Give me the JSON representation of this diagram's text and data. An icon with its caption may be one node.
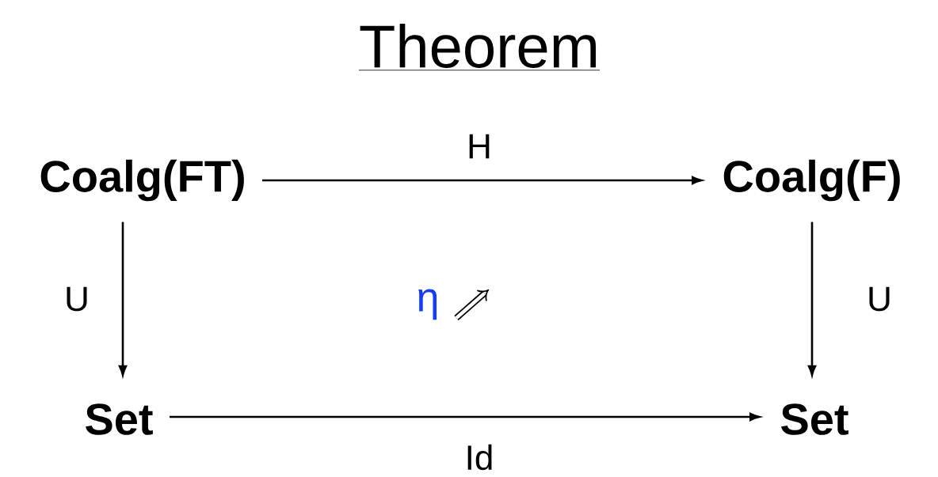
{
  "diagram": {
    "title": "Theorem",
    "nodes": [
      {
        "text": [
          "Coalg(FT)"
        ]
      },
      {
        "text": [
          "Coalg(F)"
        ]
      },
      {
        "text": [
          "Set"
        ]
      },
      {
        "text": [
          "Set"
        ]
      }
    ],
    "edges": [
      {
        "from": 0,
        "to": 1,
        "arrow": "to",
        "label": "H"
      },
      {
        "from": 0,
        "to": 2,
        "arrow": "to",
        "label": "U"
      },
      {
        "from": 1,
        "to": 3,
        "arrow": "to",
        "label": "U"
      },
      {
        "from": 2,
        "to": 3,
        "arrow": "to",
        "label": "Id"
      }
    ],
    "labels": [
      "η"
    ]
  }
}
